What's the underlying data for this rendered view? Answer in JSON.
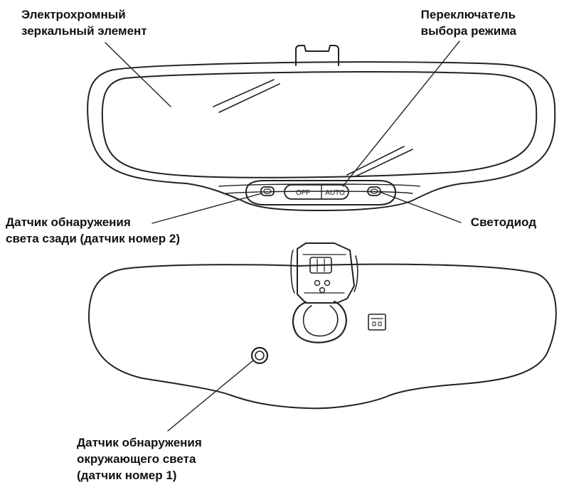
{
  "labels": {
    "electrochromic_element": [
      "Электрохромный",
      "зеркальный элемент"
    ],
    "mode_switch": [
      "Переключатель",
      "выбора режима"
    ],
    "rear_light_sensor": [
      "Датчик обнаружения",
      "света сзади (датчик номер 2)"
    ],
    "led": [
      "Светодиод"
    ],
    "ambient_light_sensor": [
      "Датчик обнаружения",
      "окружающего света",
      "(датчик номер 1)"
    ]
  },
  "buttons": {
    "off": "OFF",
    "auto": "AUTO"
  }
}
